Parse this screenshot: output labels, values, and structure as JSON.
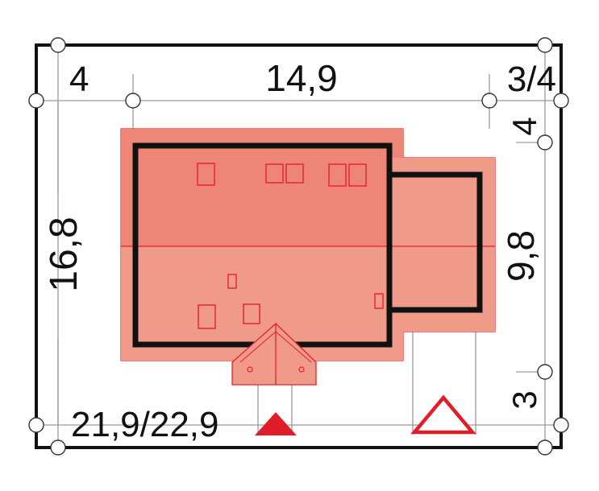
{
  "dimensions": {
    "top_left": "4",
    "top_main": "14,9",
    "top_right": "3/4",
    "right_top": "4",
    "right_mid": "9,8",
    "right_bottom": "3",
    "left_height": "16,8",
    "bottom_width": "21,9/22,9"
  },
  "markers": {
    "entrance": "filled-triangle-entrance-icon",
    "garage_entrance": "outline-triangle-garage-entrance-icon"
  },
  "colors": {
    "roof_overhang": "#f0a090",
    "roof_upper": "#ee8678",
    "roof_lower": "#f09a8a",
    "outline_red": "#e8202a",
    "wall": "#111111",
    "marker_red": "#e11d2a",
    "grid_line": "#999999"
  }
}
